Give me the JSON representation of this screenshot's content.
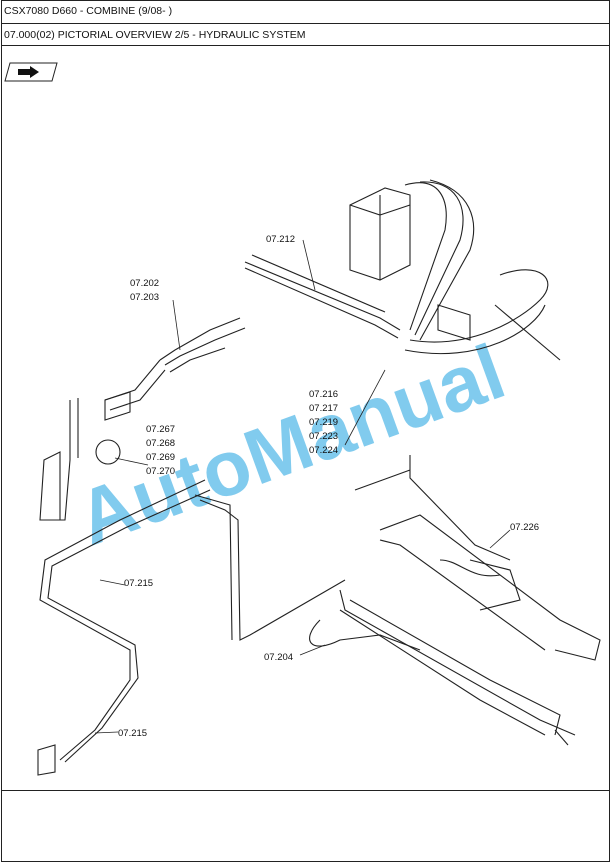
{
  "header": {
    "title": "CSX7080 D660 - COMBINE (9/08- )",
    "subtitle": "07.000(02) PICTORIAL OVERVIEW 2/5 - HYDRAULIC SYSTEM"
  },
  "nav_icon": "arrow-right-icon",
  "watermark": "AutoManual",
  "callouts": {
    "c07212": "07.212",
    "c07202": "07.202",
    "c07203": "07.203",
    "c07216": "07.216",
    "c07217": "07.217",
    "c07219": "07.219",
    "c07223": "07.223",
    "c07224": "07.224",
    "c07267": "07.267",
    "c07268": "07.268",
    "c07269": "07.269",
    "c07270": "07.270",
    "c07226": "07.226",
    "c07215a": "07.215",
    "c07204": "07.204",
    "c07215b": "07.215"
  },
  "colors": {
    "line": "#222222",
    "watermark": "#1aa0e0"
  }
}
